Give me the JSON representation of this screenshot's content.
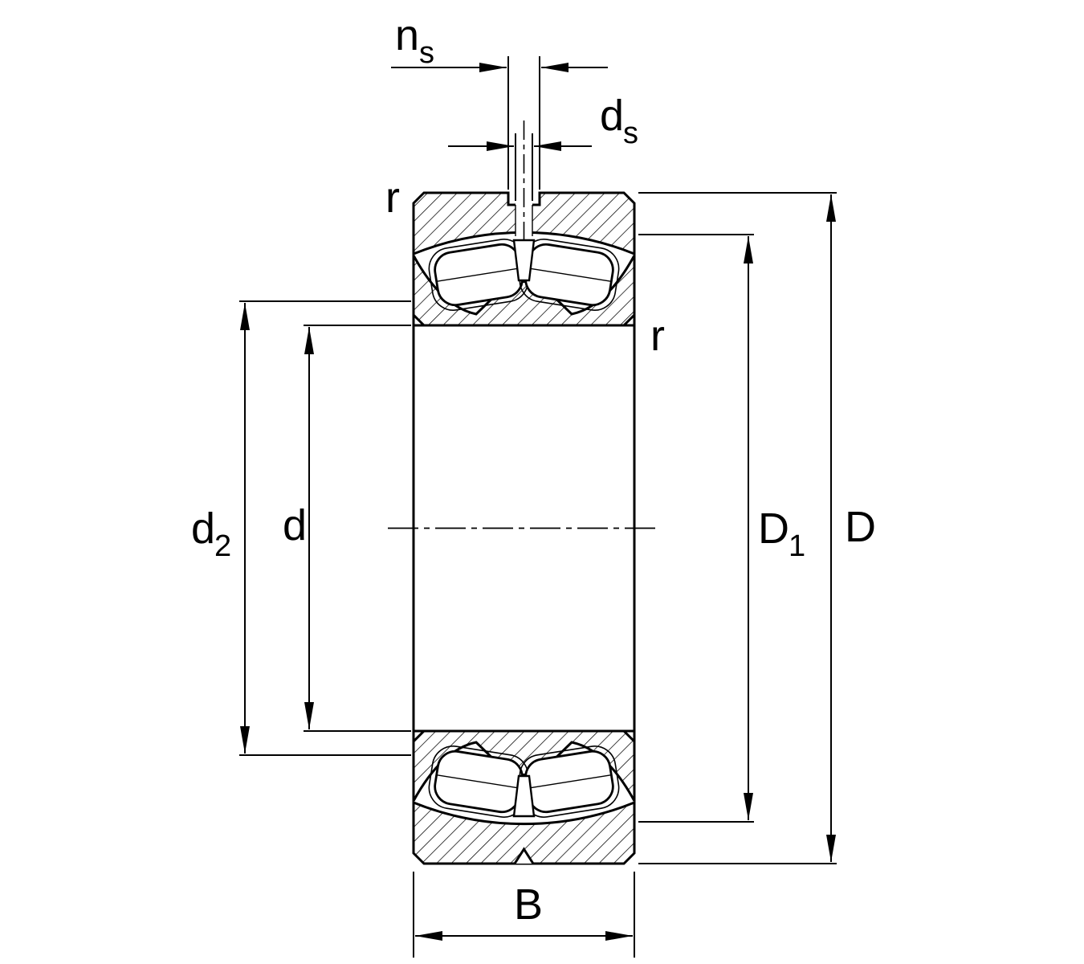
{
  "figure": {
    "background": "#ffffff",
    "line_color": "#000000",
    "hatch_angle_deg": 45
  },
  "labels": {
    "ns": {
      "main": "n",
      "sub": "s"
    },
    "ds": {
      "main": "d",
      "sub": "s"
    },
    "r_top_left": "r",
    "r_right": "r",
    "d2": {
      "main": "d",
      "sub": "2"
    },
    "d": "d",
    "D1": {
      "main": "D",
      "sub": "1"
    },
    "D": "D",
    "B": "B"
  }
}
